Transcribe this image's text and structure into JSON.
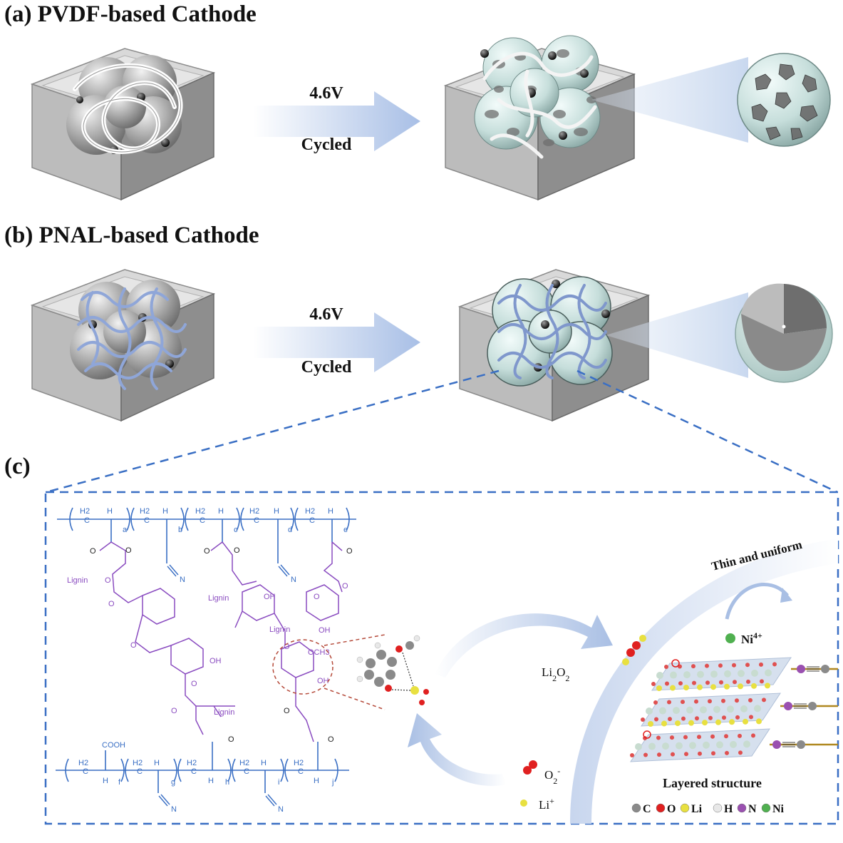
{
  "panels": {
    "a": {
      "title": "(a) PVDF-based Cathode",
      "arrow_top": "4.6V",
      "arrow_bottom": "Cycled"
    },
    "b": {
      "title": "(b) PNAL-based Cathode",
      "arrow_top": "4.6V",
      "arrow_bottom": "Cycled"
    },
    "c": {
      "title": "(c)"
    }
  },
  "polymer": {
    "top_subscripts": [
      "a",
      "b",
      "c",
      "d",
      "e"
    ],
    "bottom_subscripts": [
      "f",
      "g",
      "h",
      "i",
      "j"
    ],
    "h2": "H2",
    "h": "H",
    "c": "C",
    "n": "N",
    "o": "O",
    "cooh": "COOH",
    "oh": "OH",
    "och3": "OCH3",
    "lignin": "Lignin"
  },
  "labels": {
    "thin_uniform": "Thin and uniform",
    "li2o2": "Li2O2",
    "o2minus": "O2-",
    "liplus": "Li+",
    "ni4plus": "Ni4+",
    "layered": "Layered structure"
  },
  "legend": [
    {
      "label": "C",
      "color": "#8a8a8a"
    },
    {
      "label": "O",
      "color": "#e02020"
    },
    {
      "label": "Li",
      "color": "#e8e040"
    },
    {
      "label": "H",
      "color": "#e8e8e8"
    },
    {
      "label": "N",
      "color": "#9a50b0"
    },
    {
      "label": "Ni",
      "color": "#50b050"
    }
  ],
  "colors": {
    "polymer_blue": "#3a6fc4",
    "lignin_purple": "#8a4cc0",
    "dash_box": "#3a6fc4",
    "binder_blue": "#8fa6d8",
    "cei_green": "#c8dcd8"
  }
}
